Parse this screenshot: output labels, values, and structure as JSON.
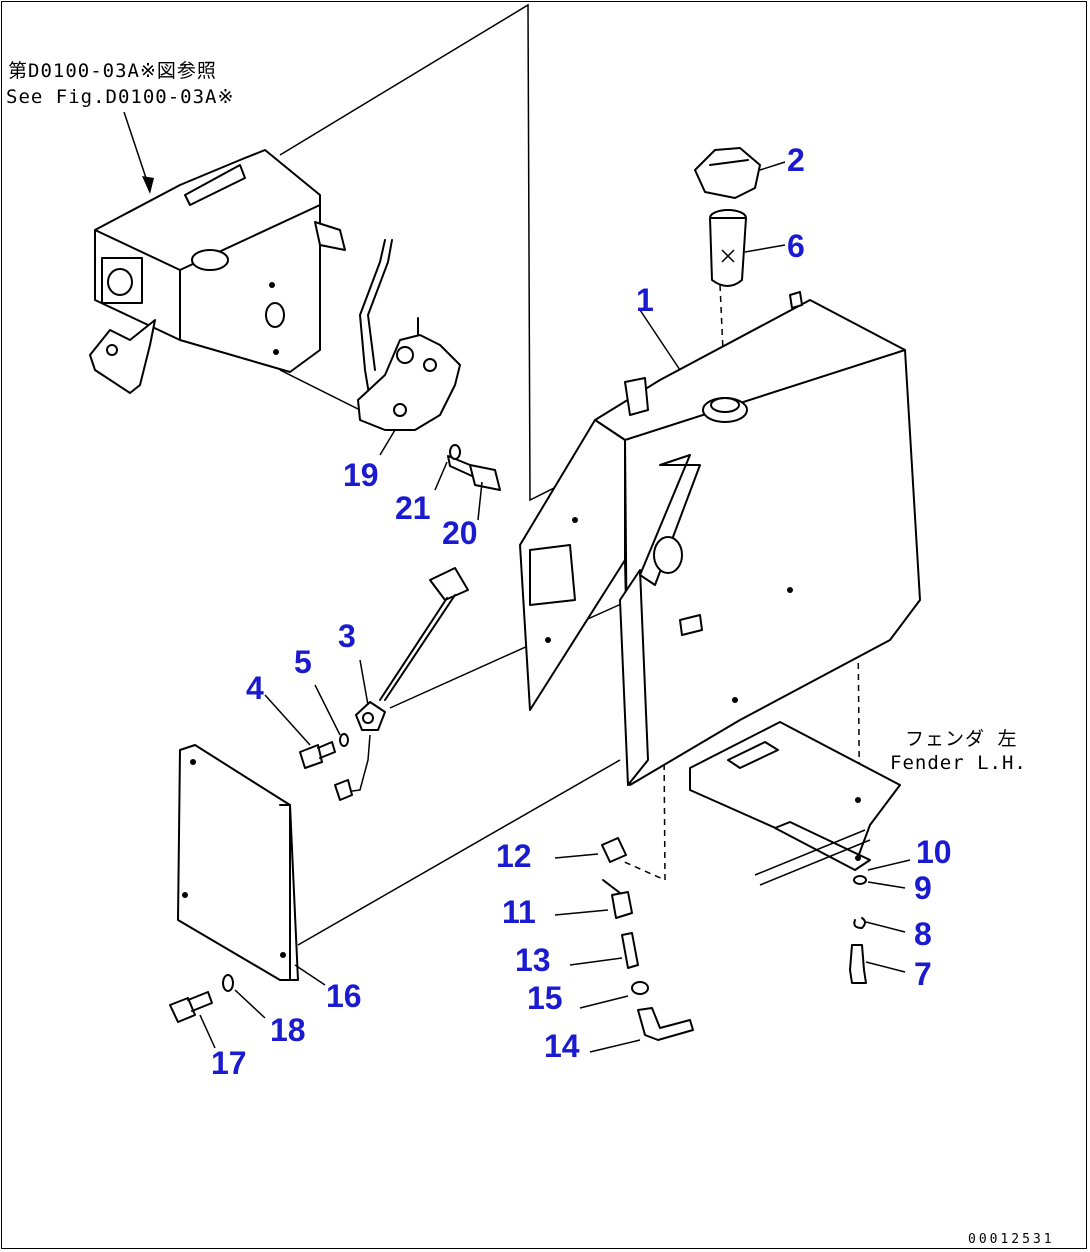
{
  "reference": {
    "jp": "第D0100-03A※図参照",
    "en": "See Fig.D0100-03A※"
  },
  "fender": {
    "jp": "フェンダ 左",
    "en": "Fender L.H."
  },
  "callouts": [
    "1",
    "2",
    "3",
    "4",
    "5",
    "6",
    "7",
    "8",
    "9",
    "10",
    "11",
    "12",
    "13",
    "14",
    "15",
    "16",
    "17",
    "18",
    "19",
    "20",
    "21"
  ],
  "drawing_code": "00012531"
}
